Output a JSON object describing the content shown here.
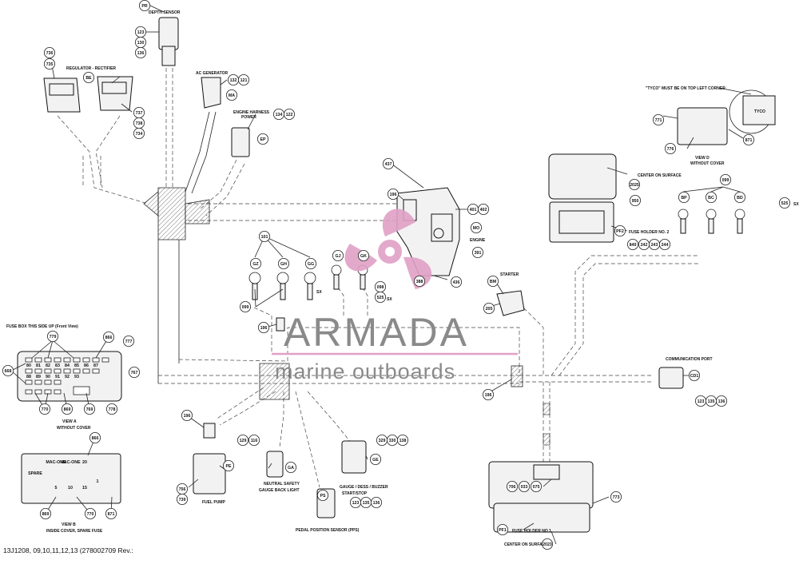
{
  "labels": {
    "depth_sensor": "DEPTH SENSOR",
    "regulator": "REGULATOR - RECTIFIER",
    "ac_generator": "AC GENERATOR",
    "engine_harness_1": "ENGINE HARNESS",
    "engine_harness_2": "POWER",
    "engine": "ENGINE",
    "starter": "STARTER",
    "communication_port": "COMMUNICATION PORT",
    "fuel_pump": "FUEL PUMP",
    "neutral_1": "NEUTRAL SAFETY",
    "neutral_2": "GAUGE BACK LIGHT",
    "gauge_1": "GAUGE / DESS / BUZZER",
    "gauge_2": "START/STOP",
    "pps": "PEDAL POSITION SENSOR (PPS)",
    "fuse_holder_1": "FUSE HOLDER NO 1",
    "center_surface_1": "CENTER ON SURFACE",
    "fuse_holder_2": "FUSE HOLDER NO. 2",
    "center_surface_2": "CENTER ON SURFACE",
    "tyco_note": "\"TYCO\" MUST BE ON TOP LEFT CORNER",
    "tyco": "TYCO",
    "view_d": "VIEW D",
    "view_d_sub": "WITHOUT COVER",
    "fuse_box_note": "FUSE BOX THIS SIDE UP (Front View)",
    "view_a": "VIEW A",
    "view_a_sub": "WITHOUT COVER",
    "view_b": "VIEW B",
    "view_b_sub": "INSIDE COVER, SPARE FUSE",
    "sx_1": "SX",
    "sx_2": "SX",
    "sx_3": "SX"
  },
  "balloons": {
    "b_pr": "PR",
    "b_123a": "123",
    "b_130a": "130",
    "b_136a": "136",
    "b_736": "736",
    "b_735": "735",
    "b_be": "BE",
    "b_737": "737",
    "b_738": "738",
    "b_734": "734",
    "b_132": "132",
    "b_121": "121",
    "b_ma": "MA",
    "b_134": "134",
    "b_122": "122",
    "b_ep": "EP",
    "b_437": "437",
    "b_196a": "196",
    "b_401": "401",
    "b_402": "402",
    "b_mo": "MO",
    "b_391": "391",
    "b_388": "388",
    "b_436": "436",
    "b_101": "101",
    "b_gz": "GZ",
    "b_gh": "GH",
    "b_gg": "GG",
    "b_099a": "099",
    "b_196b": "196",
    "b_gj": "GJ",
    "b_gk": "GK",
    "b_098": "098",
    "b_525a": "525",
    "b_2025": "2025",
    "b_950": "950",
    "b_pf2": "PF2",
    "b_849": "849",
    "b_242": "242",
    "b_243": "243",
    "b_244": "244",
    "b_099b": "099",
    "b_bp": "BP",
    "b_bc": "BC",
    "b_bd": "BD",
    "b_525b": "525",
    "b_771": "771",
    "b_776": "776",
    "b_871a": "871",
    "b_bm": "BM",
    "b_205": "205",
    "b_196c": "196",
    "b_cd1": "CD1",
    "b_123b": "123",
    "b_135a": "135",
    "b_136b": "136",
    "b_773": "773",
    "b_pf1": "PF1",
    "b_2023": "2023",
    "b_706": "706",
    "b_033": "033",
    "b_075": "075",
    "b_196d": "196",
    "b_pe": "PE",
    "b_756": "756",
    "b_739": "739",
    "b_129": "129",
    "b_116": "116",
    "b_ga": "GA",
    "b_329": "329",
    "b_330": "330",
    "b_138": "138",
    "b_ge": "GE",
    "b_ps": "PS",
    "b_123c": "123",
    "b_135b": "135",
    "b_136c": "136",
    "b_779": "779",
    "b_866a": "866",
    "b_777": "777",
    "b_668": "668",
    "b_767": "767",
    "b_770a": "770",
    "b_869a": "869",
    "b_769": "769",
    "b_778": "778",
    "b_866b": "866",
    "b_869b": "869",
    "b_770b": "770",
    "b_871b": "871"
  },
  "fuse_text": {
    "f_80": "80",
    "f_81": "81",
    "f_82": "82",
    "f_83": "83",
    "f_84": "84",
    "f_85": "85",
    "f_86": "86",
    "f_87": "87",
    "f_88": "88",
    "f_89": "89",
    "f_90": "90",
    "f_91": "91",
    "f_92": "92",
    "f_93": "93",
    "f_r1": "MAC-ONE",
    "f_r2": "MAC-ONE",
    "f_s1": "SPARE",
    "f_n5": "5",
    "f_n10": "10",
    "f_n15": "15",
    "f_n20": "20",
    "f_n1": "1"
  },
  "watermark": {
    "brand": "ARMADA",
    "tagline": "marine outboards"
  },
  "footer": {
    "reference": "13J1208, 09,10,11,12,13 (278002709 Rev.:"
  },
  "colors": {
    "line": "#222222",
    "watermark_pink": "#e0a0c6",
    "watermark_gray": "#8a8a8a"
  }
}
